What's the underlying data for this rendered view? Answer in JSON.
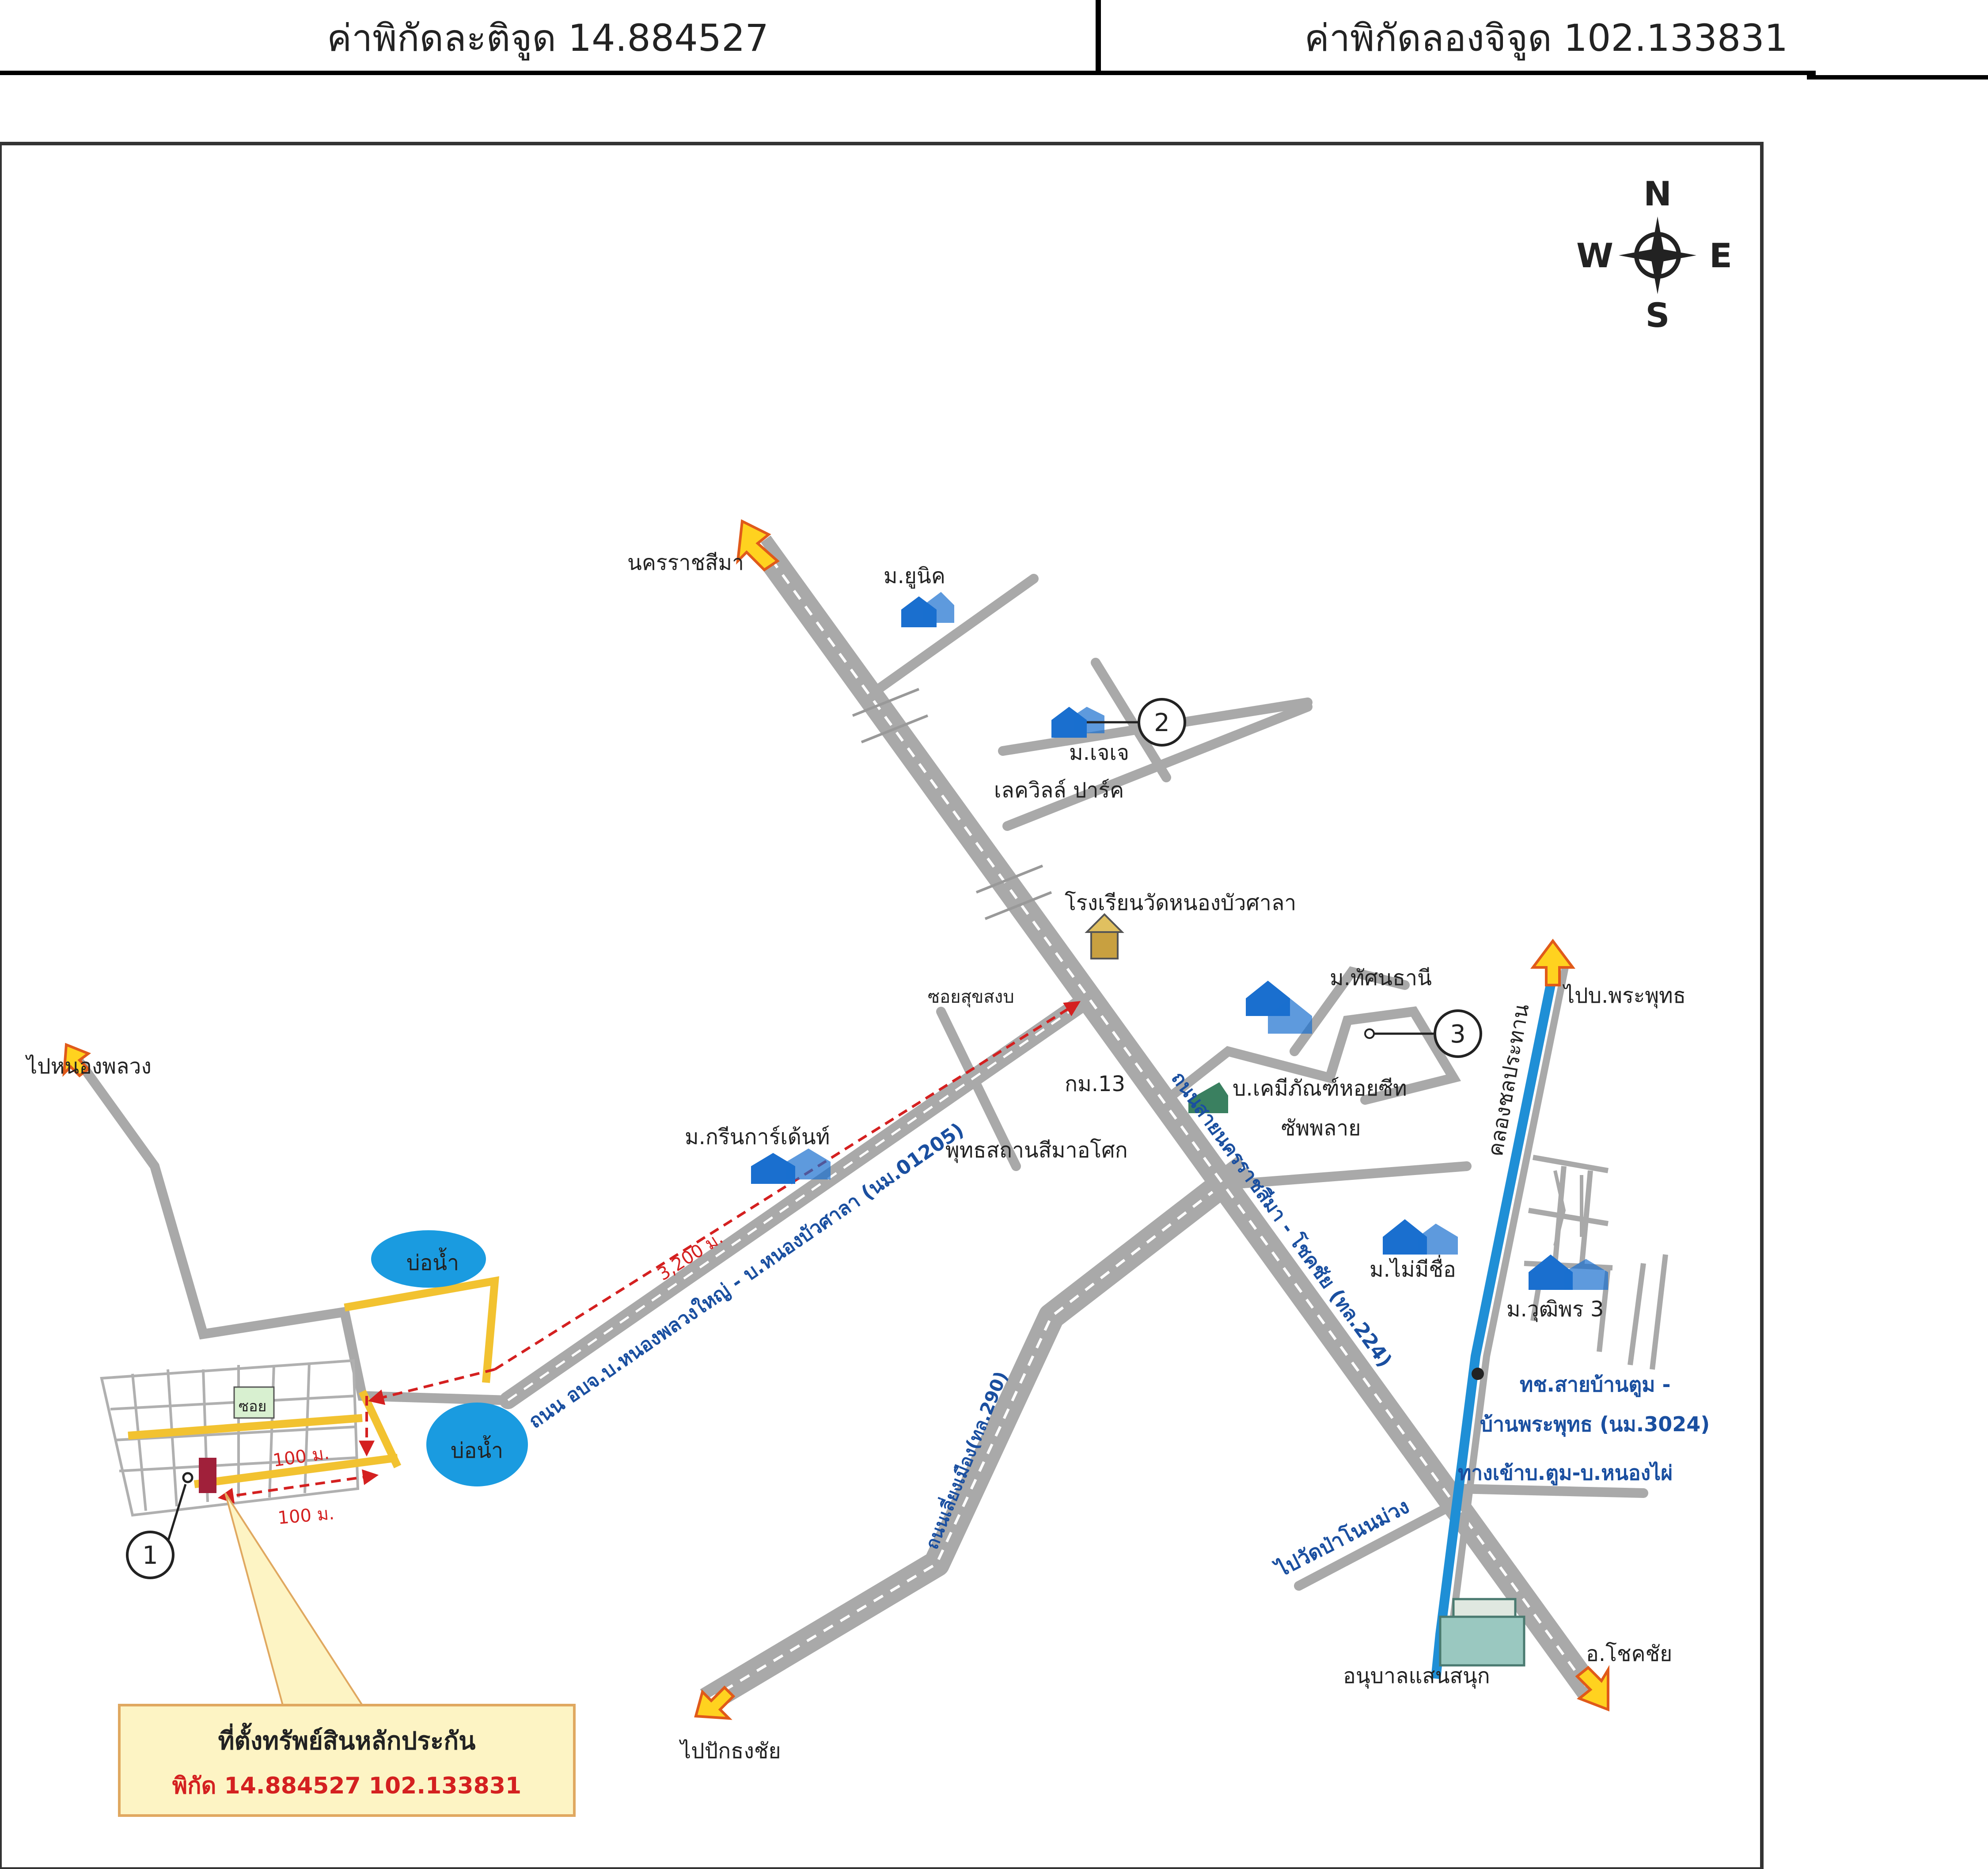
{
  "header": {
    "latitude_label": "ค่าพิกัดละติจูด 14.884527",
    "longitude_label": "ค่าพิกัดลองจิจูด 102.133831"
  },
  "compass": {
    "n": "N",
    "s": "S",
    "e": "E",
    "w": "W"
  },
  "places": {
    "nakhon_ratchasima": "นครราชสีมา",
    "unique_village": "ม.ยูนิค",
    "jj_village": "ม.เจเจ",
    "lakeville_park": "เลควิลล์ ปาร์ค",
    "school": "โรงเรียนวัดหนองบัวศาลา",
    "soi": "ซอยสุขสงบ",
    "km13": "กม.13",
    "tassana_village": "ม.ทัศนธานี",
    "company_line1": "บ.เคมีภัณฑ์หอยซีท",
    "company_line2": "ซัพพลาย",
    "to_phra_phut": "ไปบ.พระพุทธ",
    "canal": "คลองชลประทาน",
    "to_nong_phlawang": "ไปหนองพลวง",
    "green_home": "ม.กรีนการ์เด้นท์",
    "buddhist_center": "พุทธสถานสีมาอโศก",
    "no_name_village": "ม.ไม่มีชื่อ",
    "wutiporn_village": "ม.วุฒิพร 3",
    "pond1": "บ่อน้ำ",
    "pond2": "บ่อน้ำ",
    "side_road_label": "ซอย",
    "to_pak_thong_chai": "ไปปักธงชัย",
    "kindergarten": "อนุบาลแสนสนุก",
    "chok_chai": "อ.โชคชัย",
    "to_wat_pa": "ไปวัดป่าโนนม่วง",
    "route_3024_line1": "ทช.สายบ้านตูม -",
    "route_3024_line2": "บ้านพระพุทธ (นม.3024)",
    "entrance_road": "ทางเข้าบ.ตูม-บ.หนองไผ่",
    "road_nong_phlawang": "ถนน อบจ.บ.หนองพลวงใหญ่ - บ.หนองบัวศาลา (นม.01205)",
    "road_highway_224": "ถนนสายนครราชสีมา - โชคชัย (ทล.224)",
    "road_bypass_290": "ถนนเลี่ยงเมือง(ทล.290)"
  },
  "distances": {
    "d3200": "3,200 ม.",
    "d100a": "100 ม.",
    "d100b": "100 ม."
  },
  "markers": {
    "m1": "1",
    "m2": "2",
    "m3": "3"
  },
  "callout": {
    "title": "ที่ตั้งทรัพย์สินหลักประกัน",
    "coords": "พิกัด 14.884527 102.133831"
  },
  "colors": {
    "road": "#a9a9a9",
    "road_dash": "#ffffff",
    "canal": "#1f8fd6",
    "route_text": "#1a4fa0",
    "distance": "#d42020",
    "arrow_fill": "#ffd21f",
    "arrow_stroke": "#e05a1a",
    "pond": "#1a9be0",
    "local_road": "#f2c230",
    "callout_bg": "#fdf4c4",
    "callout_border": "#e0a860",
    "property": "#a0203a"
  }
}
